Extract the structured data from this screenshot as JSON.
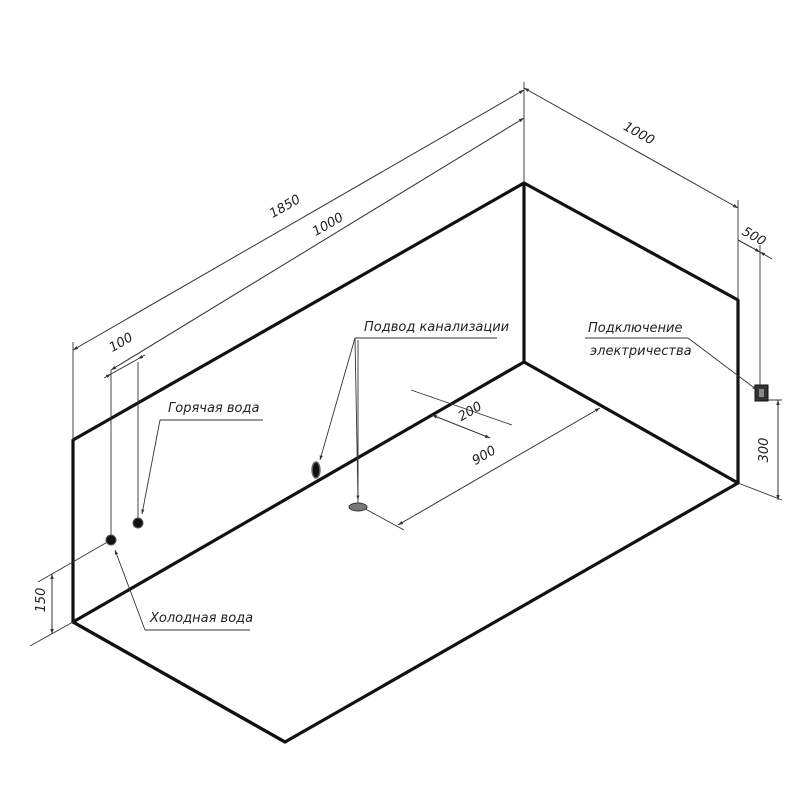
{
  "dimensions": {
    "length": "1850",
    "length_inner": "1000",
    "width": "1000",
    "width_part": "500",
    "hot_offset": "100",
    "inlet_height": "150",
    "drain_offset": "200",
    "drain_distance": "900",
    "socket_height": "300"
  },
  "labels": {
    "hot_water": "Горячая вода",
    "cold_water": "Холодная вода",
    "drain": "Подвод канализации",
    "electric_line1": "Подключение",
    "electric_line2": "электричества"
  }
}
